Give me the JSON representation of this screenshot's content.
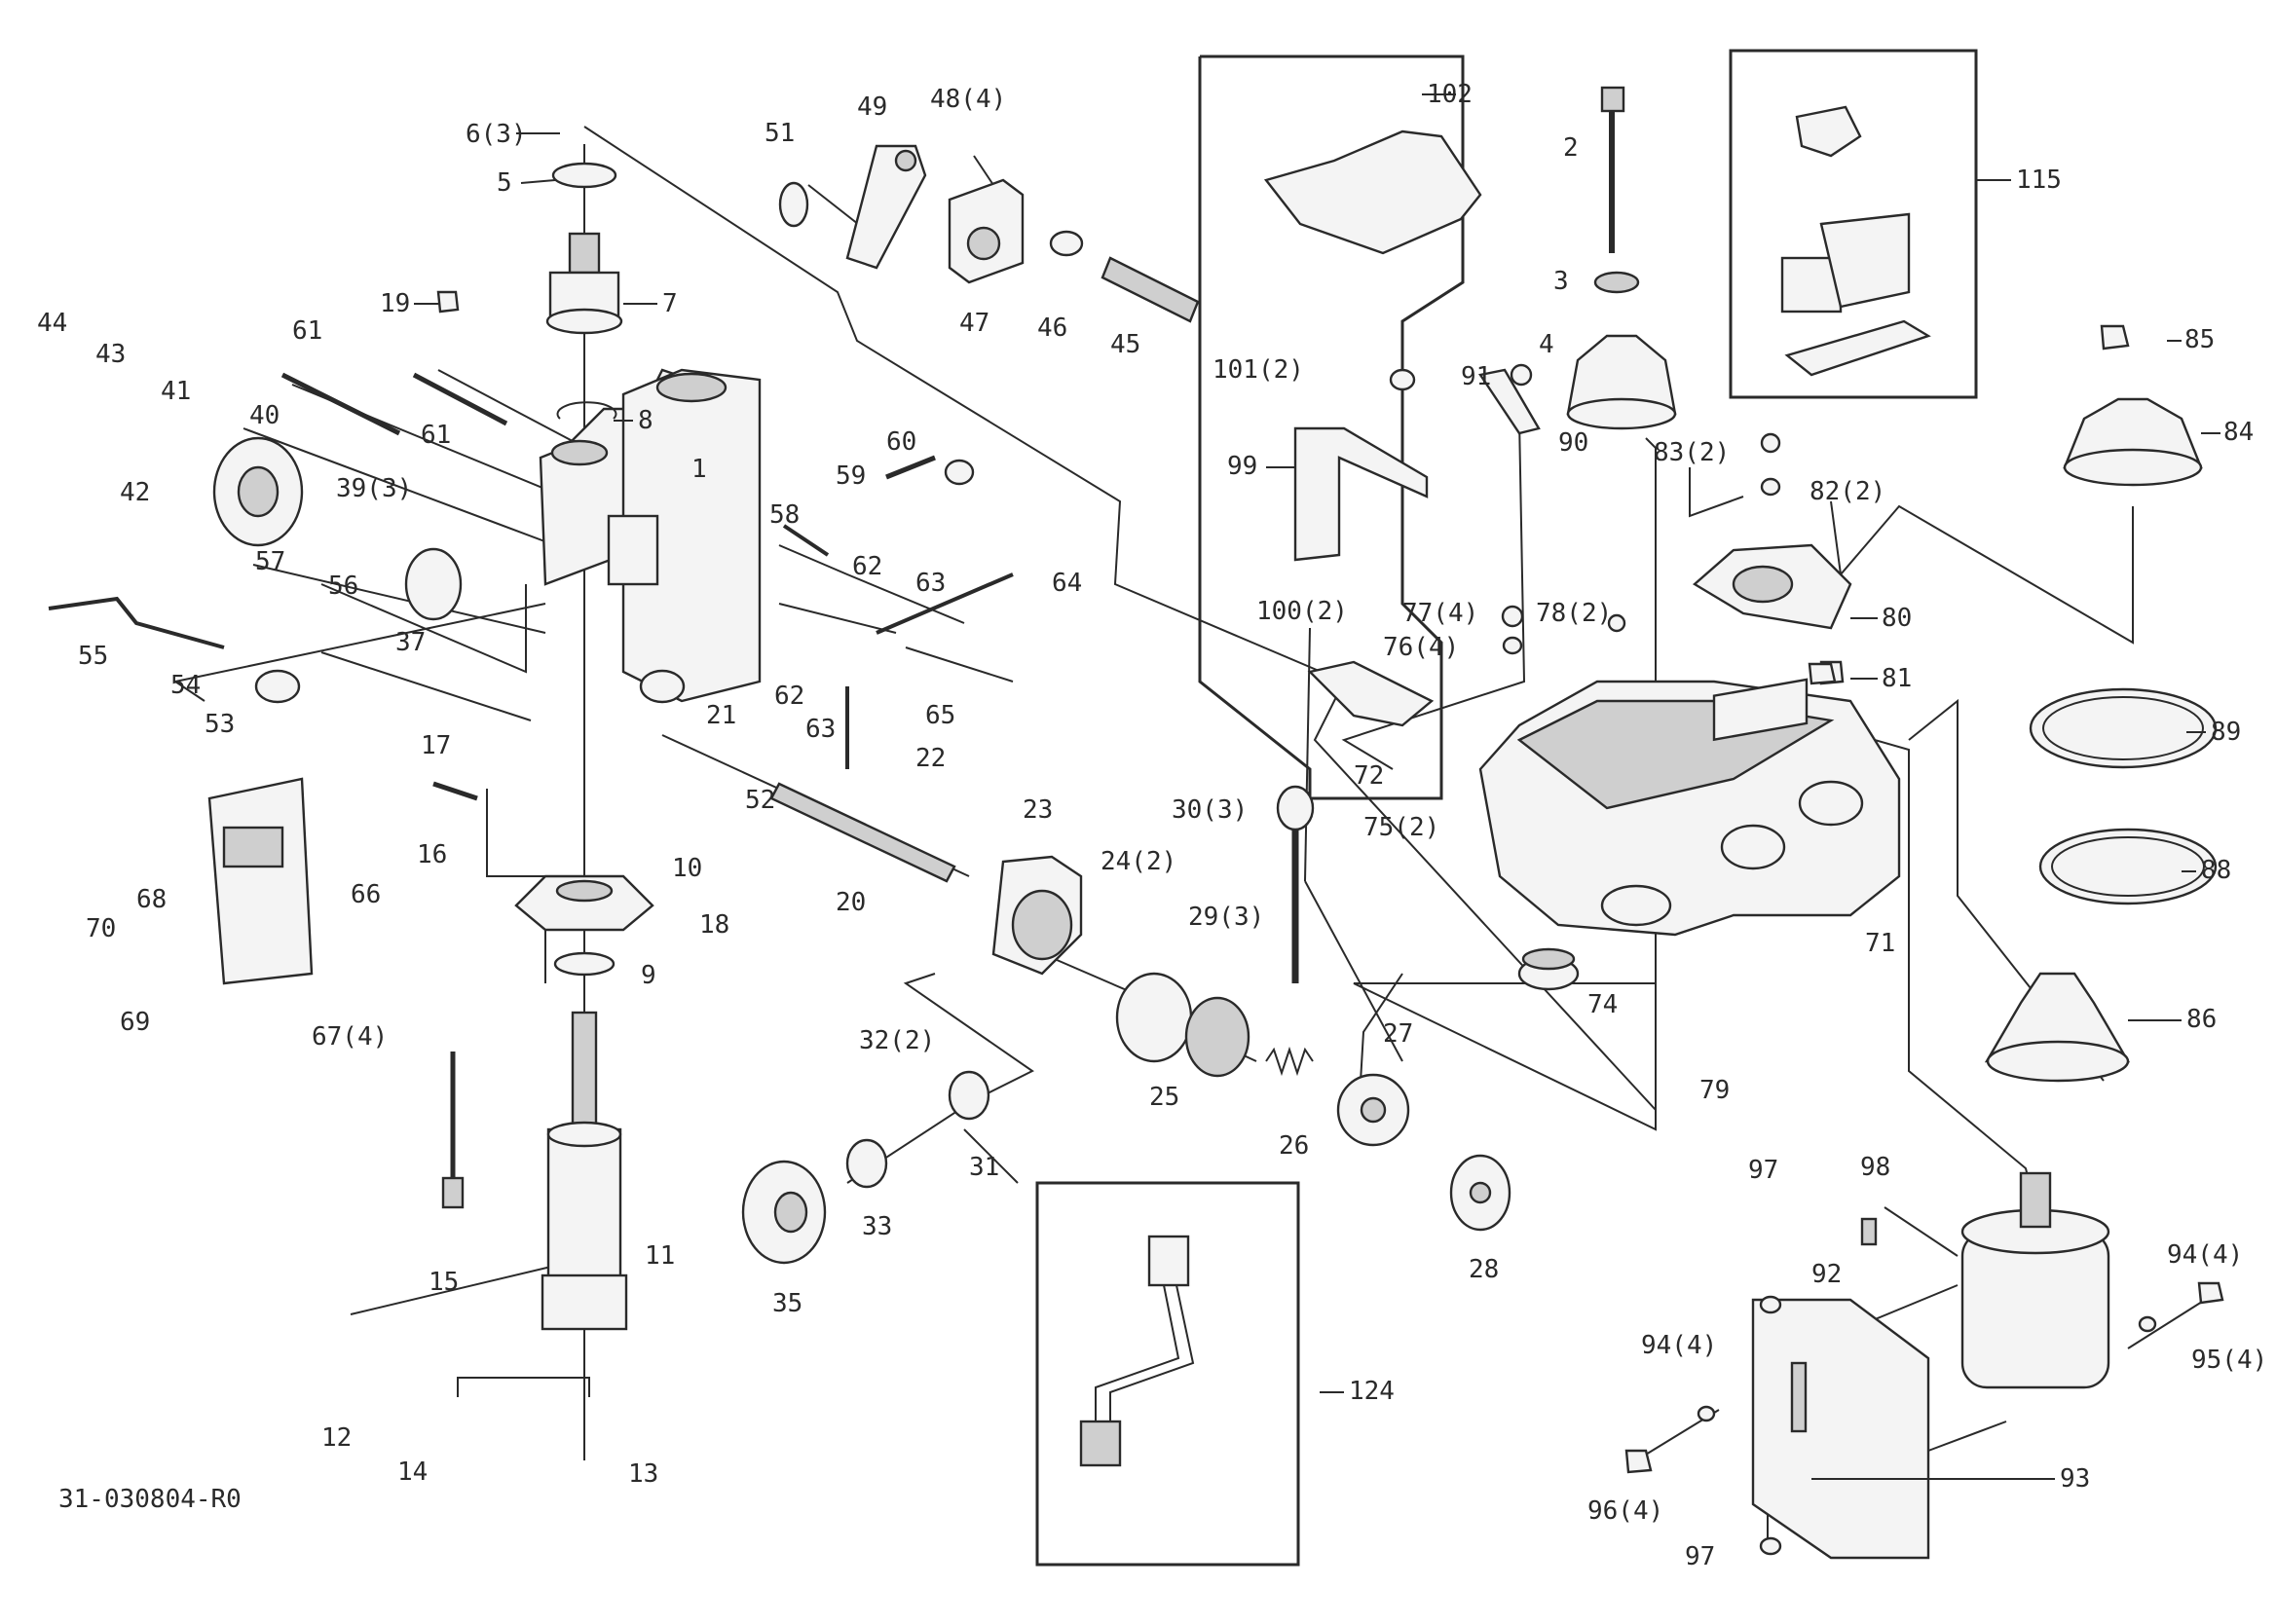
{
  "drawing_id": "31-030804-R0",
  "labels": {
    "l1": "1",
    "l2": "2",
    "l3": "3",
    "l4": "4",
    "l5": "5",
    "l6": "6(3)",
    "l7": "7",
    "l8": "8",
    "l9": "9",
    "l10": "10",
    "l11": "11",
    "l12": "12",
    "l13": "13",
    "l14": "14",
    "l15": "15",
    "l16": "16",
    "l17": "17",
    "l18": "18",
    "l19": "19",
    "l20": "20",
    "l21": "21",
    "l22": "22",
    "l23": "23",
    "l24": "24(2)",
    "l25": "25",
    "l26": "26",
    "l27": "27",
    "l28": "28",
    "l29": "29(3)",
    "l30": "30(3)",
    "l31": "31",
    "l32": "32(2)",
    "l33": "33",
    "l35": "35",
    "l37": "37",
    "l39": "39(3)",
    "l40": "40",
    "l41": "41",
    "l42": "42",
    "l43": "43",
    "l44": "44",
    "l45": "45",
    "l46": "46",
    "l47": "47",
    "l48": "48(4)",
    "l49": "49",
    "l51": "51",
    "l52": "52",
    "l53": "53",
    "l54": "54",
    "l55": "55",
    "l56": "56",
    "l57": "57",
    "l58": "58",
    "l59": "59",
    "l60": "60",
    "l61a": "61",
    "l61b": "61",
    "l62a": "62",
    "l62b": "62",
    "l63a": "63",
    "l63b": "63",
    "l64": "64",
    "l65": "65",
    "l66": "66",
    "l67": "67(4)",
    "l68": "68",
    "l69": "69",
    "l70": "70",
    "l71": "71",
    "l72": "72",
    "l74": "74",
    "l75": "75(2)",
    "l76": "76(4)",
    "l77": "77(4)",
    "l78": "78(2)",
    "l79": "79",
    "l80": "80",
    "l81": "81",
    "l82": "82(2)",
    "l83": "83(2)",
    "l84": "84",
    "l85": "85",
    "l86": "86",
    "l88": "88",
    "l89": "89",
    "l90": "90",
    "l91": "91",
    "l92": "92",
    "l93": "93",
    "l94a": "94(4)",
    "l94b": "94(4)",
    "l95": "95(4)",
    "l96": "96(4)",
    "l97a": "97",
    "l97b": "97",
    "l98": "98",
    "l99": "99",
    "l100": "100(2)",
    "l101": "101(2)",
    "l102": "102",
    "l115": "115",
    "l124": "124"
  }
}
